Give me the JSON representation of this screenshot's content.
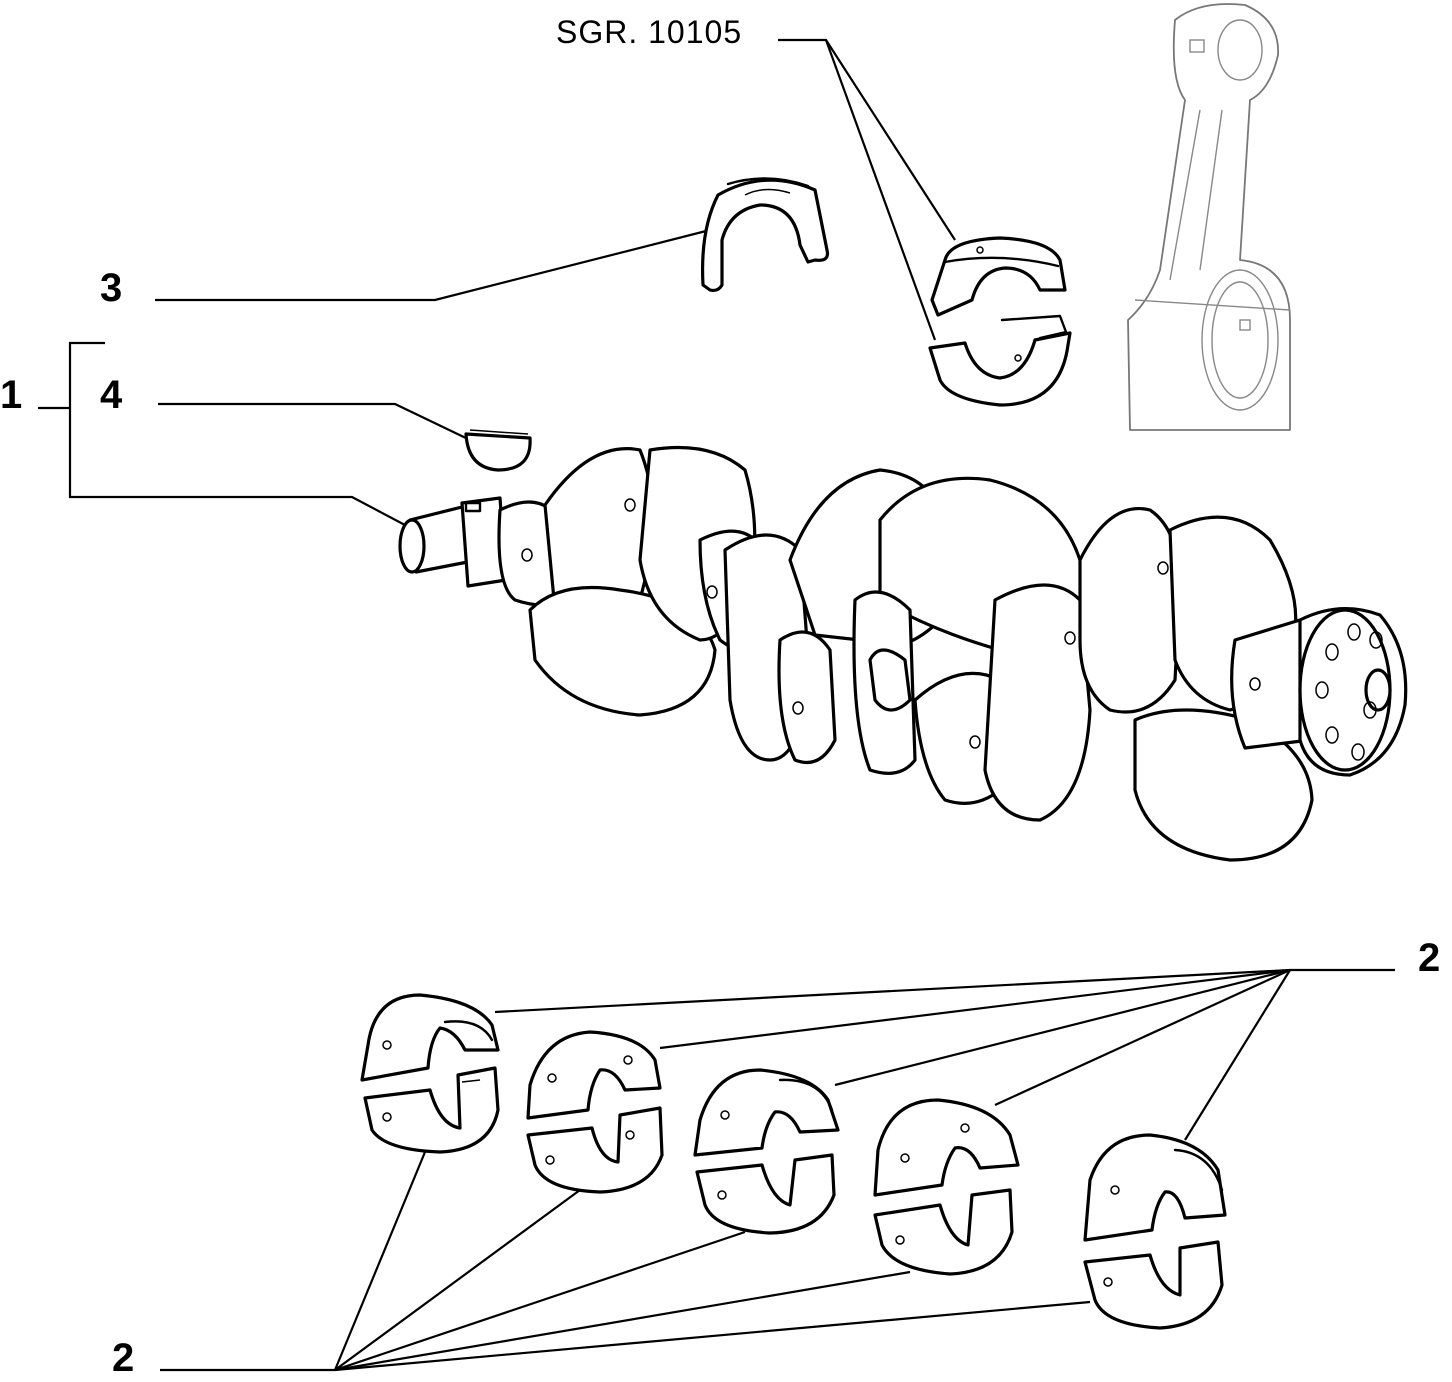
{
  "diagram": {
    "reference": "SGR. 10105",
    "callouts": {
      "crankshaft": "1",
      "main_bearings_top": "2",
      "main_bearings_bottom": "2",
      "thrust_washer": "3",
      "woodruff_key": "4"
    }
  }
}
